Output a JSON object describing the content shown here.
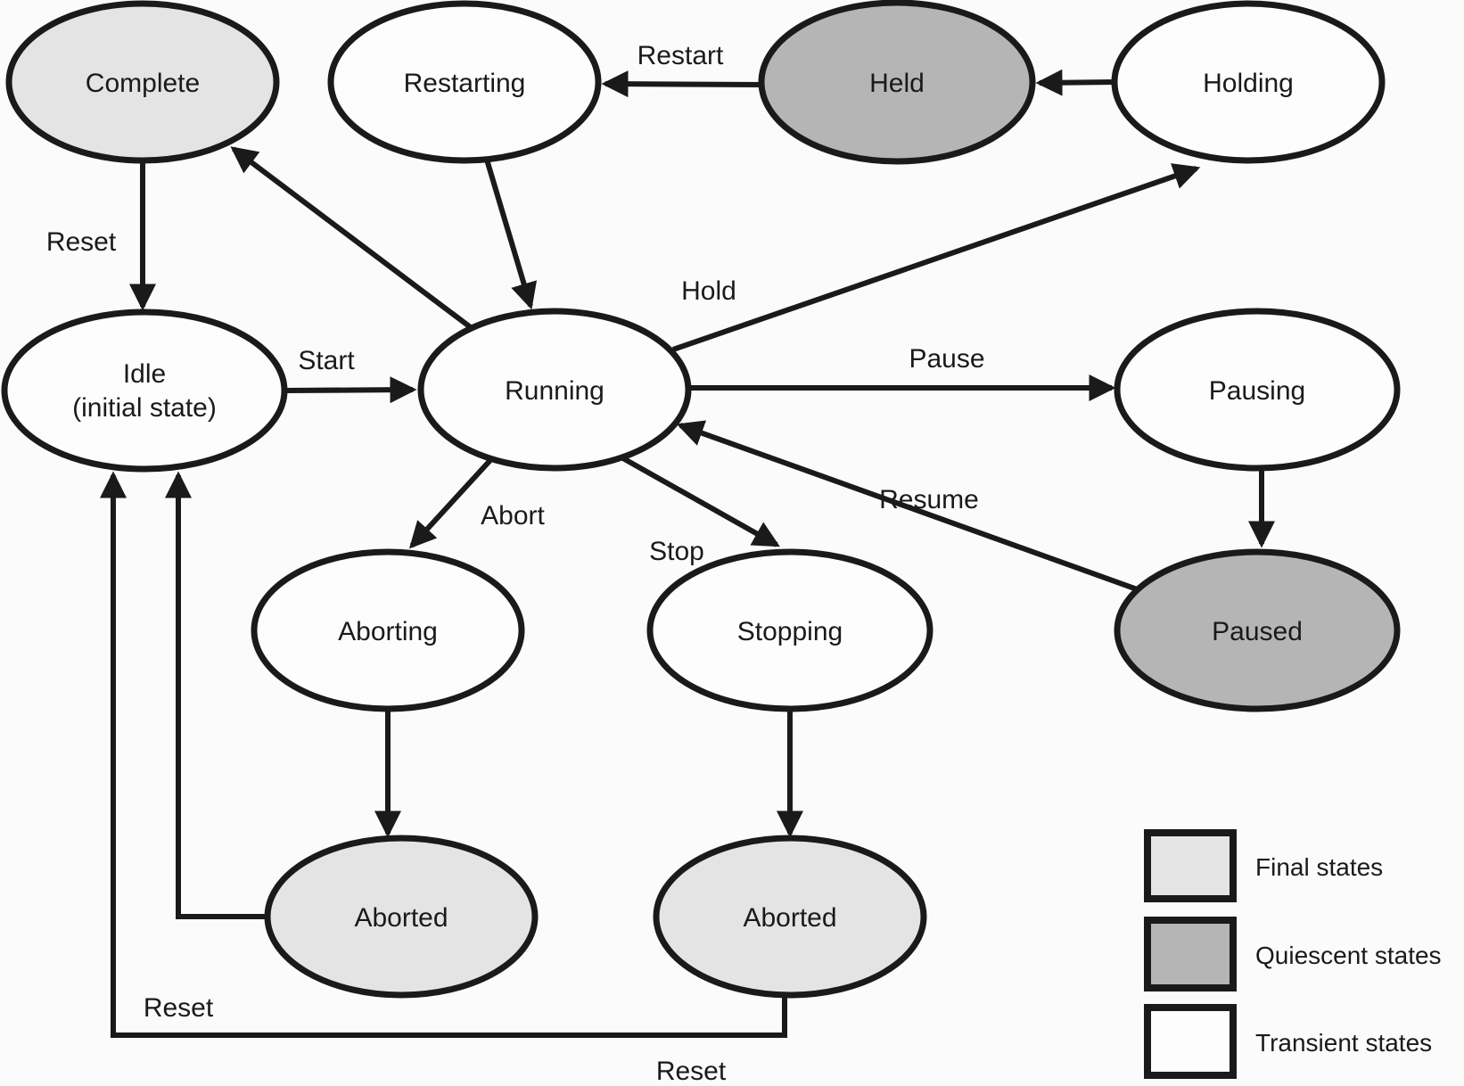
{
  "colors": {
    "final_state_fill": "#e4e4e4",
    "quiescent_state_fill": "#b5b5b5",
    "transient_state_fill": "#fdfdfd",
    "line": "#1a1a1a"
  },
  "states": {
    "complete": {
      "label": "Complete",
      "type": "final"
    },
    "restarting": {
      "label": "Restarting",
      "type": "transient"
    },
    "held": {
      "label": "Held",
      "type": "quiescent"
    },
    "holding": {
      "label": "Holding",
      "type": "transient"
    },
    "idle": {
      "label": "Idle",
      "sublabel": "(initial state)",
      "type": "transient"
    },
    "running": {
      "label": "Running",
      "type": "transient"
    },
    "pausing": {
      "label": "Pausing",
      "type": "transient"
    },
    "paused": {
      "label": "Paused",
      "type": "quiescent"
    },
    "aborting": {
      "label": "Aborting",
      "type": "transient"
    },
    "stopping": {
      "label": "Stopping",
      "type": "transient"
    },
    "aborted_from_aborting": {
      "label": "Aborted",
      "type": "final"
    },
    "aborted_from_stopping": {
      "label": "Aborted",
      "type": "final"
    }
  },
  "transition_labels": {
    "reset_complete_to_idle": "Reset",
    "restart": "Restart",
    "hold": "Hold",
    "start": "Start",
    "pause": "Pause",
    "resume": "Resume",
    "abort": "Abort",
    "stop": "Stop",
    "reset_aborted_to_idle": "Reset",
    "reset_stopped_to_idle": "Reset"
  },
  "legend": {
    "final": "Final states",
    "quiescent": "Quiescent states",
    "transient": "Transient states"
  }
}
